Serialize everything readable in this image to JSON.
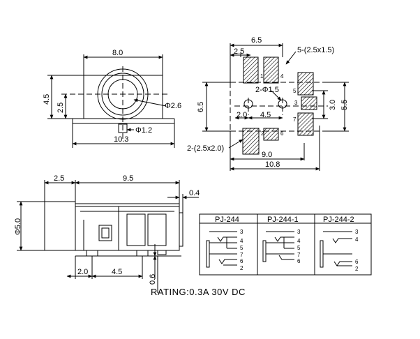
{
  "front_view": {
    "width": "8.0",
    "height": "4.5",
    "center_height": "2.5",
    "hole_dia": "Φ2.6",
    "pin_dia": "Φ1.2",
    "base_width": "10.3"
  },
  "pad_layout": {
    "top_width": "6.5",
    "top_offset": "2.5",
    "pad_size_5": "5-(2.5x1.5)",
    "hole_dia": "2-Φ1.5",
    "height": "6.5",
    "hole_x": "2.0",
    "hole_spacing": "4.5",
    "inner_h": "3.0",
    "outer_h": "5.5",
    "pad_size_2": "2-(2.5x2.0)",
    "span_9": "9.0",
    "span_10": "10.8",
    "pins": [
      "1",
      "2",
      "3",
      "4",
      "5",
      "6",
      "7"
    ]
  },
  "side_view": {
    "front": "2.5",
    "length": "9.5",
    "tab": "0.4",
    "dia": "Φ5.0",
    "pin_a": "2.0",
    "pin_b": "4.5",
    "pin_c": "0.6"
  },
  "schematic": {
    "models": [
      "PJ-244",
      "PJ-244-1",
      "PJ-244-2"
    ],
    "pins_244": [
      "3",
      "4",
      "5",
      "7",
      "6",
      "2"
    ],
    "pins_244_1": [
      "3",
      "4",
      "5",
      "7",
      "6"
    ],
    "pins_244_2": [
      "3",
      "4",
      "6",
      "2"
    ]
  },
  "rating": "RATING:0.3A 30V DC"
}
